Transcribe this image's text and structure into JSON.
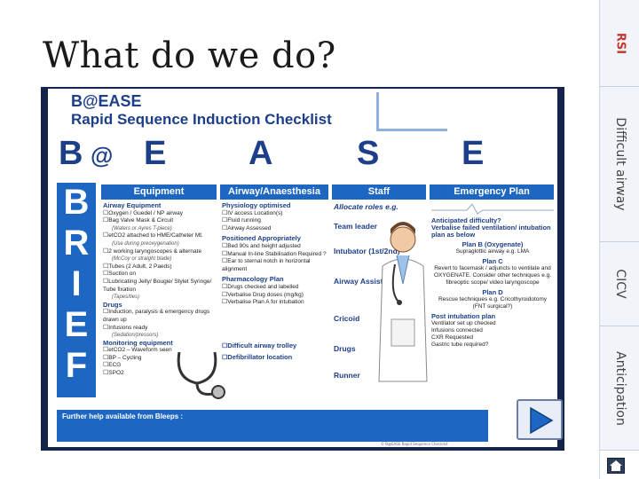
{
  "slide": {
    "title": "What do we do?"
  },
  "tabs": [
    {
      "label": "RSI"
    },
    {
      "label": "Difficult airway"
    },
    {
      "label": "CICV"
    },
    {
      "label": "Anticipation"
    }
  ],
  "checklist": {
    "brand": "B@EASE",
    "subtitle": "Rapid Sequence Induction Checklist",
    "letters": [
      "B",
      "@",
      "E",
      "A",
      "S",
      "E"
    ],
    "brief": [
      "B",
      "R",
      "I",
      "E",
      "F"
    ],
    "columns": {
      "equipment": {
        "title": "Equipment",
        "airway_heading": "Airway Equipment",
        "airway_items": [
          "Oxygen / Guedel / NP airway",
          "Bag Valve Mask & Circuit",
          "etCO2 attached to HME/Catheter Mt.",
          "2 working laryngoscopes & alternate",
          "Tubes (2 Adult, 2 Paeds)",
          "Suction on",
          "Lubricating Jelly/ Bougie/ Stylet Syringe/ Tube fixation"
        ],
        "airway_subs": [
          "(Waters or Ayres T-piece)",
          "(Use during preoxygenation)",
          "(McCoy or straight blade)",
          "(Tapes/ties)"
        ],
        "drugs_heading": "Drugs",
        "drugs_items": [
          "Induction, paralysis & emergency drugs drawn up",
          "Infusions ready"
        ],
        "drugs_subs": [
          "(Sedation/pressors)"
        ],
        "monitoring_heading": "Monitoring equipment",
        "monitoring_items": [
          "etCO2 – Waveform seen",
          "BP – Cycling",
          "ECG",
          "SPO2"
        ]
      },
      "airway": {
        "title": "Airway/Anaesthesia",
        "physiology_heading": "Physiology optimised",
        "physiology_items": [
          "IV access Location(s)",
          "Fluid running",
          "Airway Assessed"
        ],
        "positioned_heading": "Positioned Appropriately",
        "positioned_items": [
          "Bed 90s and height adjusted",
          "Manual In-line Stabilisation Required ?",
          "Ear to sternal notch in horizontal alignment"
        ],
        "pharm_heading": "Pharmacology Plan",
        "pharm_items": [
          "Drugs checked and labelled",
          "Verbalise Drug doses (mg/kg)",
          "Verbalise Plan A for intubation"
        ],
        "difficult": "Difficult airway trolley",
        "defib": "Defibrillator location"
      },
      "staff": {
        "title": "Staff",
        "allocate": "Allocate roles e.g.",
        "roles": [
          "Team leader",
          "Intubator (1st/2nd)",
          "Airway Assistant",
          "Cricoid",
          "Drugs",
          "Runner"
        ]
      },
      "plan": {
        "title": "Emergency Plan",
        "anticipated": "Anticipated difficulty?",
        "verbalise": "Verbalise failed ventilation/ intubation plan as below",
        "plan_b": "Plan B (Oxygenate)",
        "plan_b_text": "Supraglottic airway e.g. LMA",
        "plan_c": "Plan C",
        "plan_c_text": "Revert to facemask / adjuncts to ventilate and OXYGENATE. Consider other techniques e.g. fibreoptic scope/ video laryngoscope",
        "plan_d": "Plan D",
        "plan_d_text": "Rescue techniques e.g. Cricothyroidotomy (FNT surgical?)",
        "post": "Post intubation plan",
        "post_items": [
          "Ventilator set up checked",
          "Infusions connected",
          "CXR Requested",
          "Gastric tube required?"
        ]
      }
    },
    "footer": "Further help available from Bleeps :",
    "footer_note": "© B@EASE Rapid Sequence Checklist"
  }
}
